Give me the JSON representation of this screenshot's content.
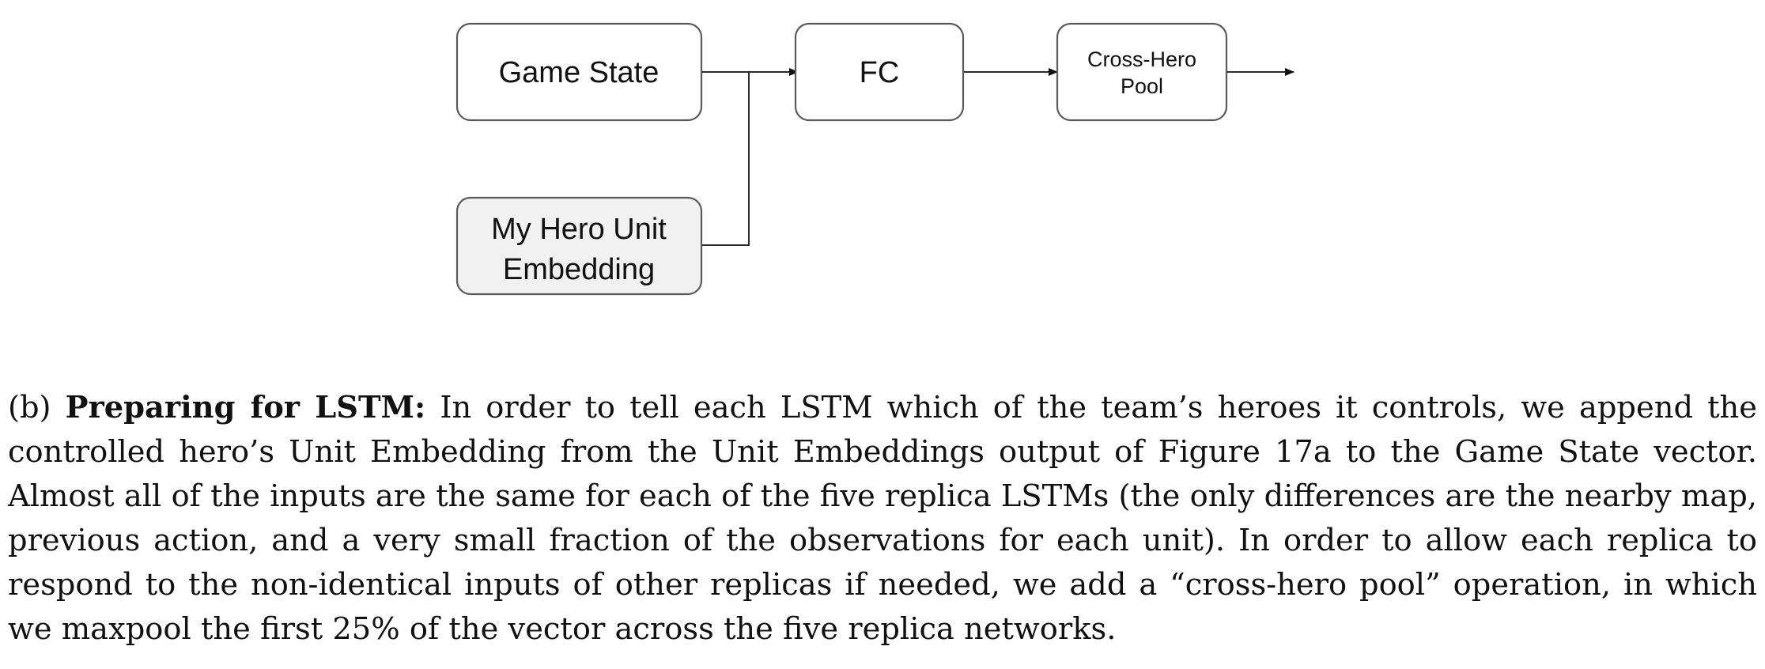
{
  "diagram": {
    "nodes": {
      "game_state": {
        "label": "Game State"
      },
      "fc": {
        "label": "FC"
      },
      "cross_hero_pool": {
        "label_line1": "Cross-Hero",
        "label_line2": "Pool"
      },
      "hero_embedding": {
        "label_line1": "My Hero Unit",
        "label_line2": "Embedding"
      }
    },
    "colors": {
      "box_stroke": "#5a5a5a",
      "shaded_box_fill": "#f1f1f1",
      "edge": "#2b2b2b"
    }
  },
  "caption": {
    "tag": "(b)",
    "heading": "Preparing for LSTM:",
    "body": "In order to tell each LSTM which of the team’s heroes it controls, we append the controlled hero’s Unit Embedding from the Unit Embeddings output of Figure 17a to the Game State vector. Almost all of the inputs are the same for each of the five replica LSTMs (the only differences are the nearby map, previous action, and a very small fraction of the observations for each unit). In order to allow each replica to respond to the non-identical inputs of other replicas if needed, we add a “cross-hero pool” operation, in which we maxpool the first 25% of the vector across the five replica networks."
  }
}
